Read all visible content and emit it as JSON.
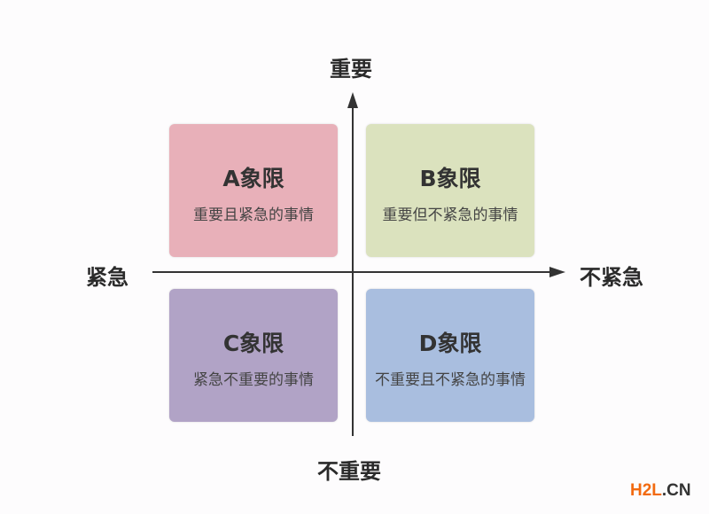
{
  "axes": {
    "top": "重要",
    "bottom": "不重要",
    "left": "紧急",
    "right": "不紧急"
  },
  "quadrants": [
    {
      "title": "A象限",
      "desc": "重要且紧急的事情",
      "color": "#e8b0b9"
    },
    {
      "title": "B象限",
      "desc": "重要但不紧急的事情",
      "color": "#dbe2be"
    },
    {
      "title": "C象限",
      "desc": "紧急不重要的事情",
      "color": "#b1a3c6"
    },
    {
      "title": "D象限",
      "desc": "不重要且不紧急的事情",
      "color": "#a9bedf"
    }
  ],
  "watermark": {
    "brand": "H2L",
    "suffix": ".CN",
    "brand_color": "#f26a10"
  }
}
